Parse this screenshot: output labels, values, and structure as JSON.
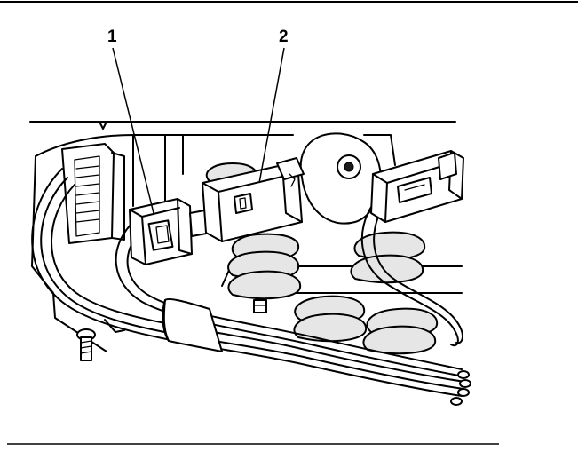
{
  "diagram": {
    "callouts": [
      {
        "id": "1",
        "label": "1"
      },
      {
        "id": "2",
        "label": "2"
      }
    ]
  },
  "colors": {
    "background": "#ffffff",
    "ink": "#000000",
    "shade": "#e6e6e6"
  }
}
